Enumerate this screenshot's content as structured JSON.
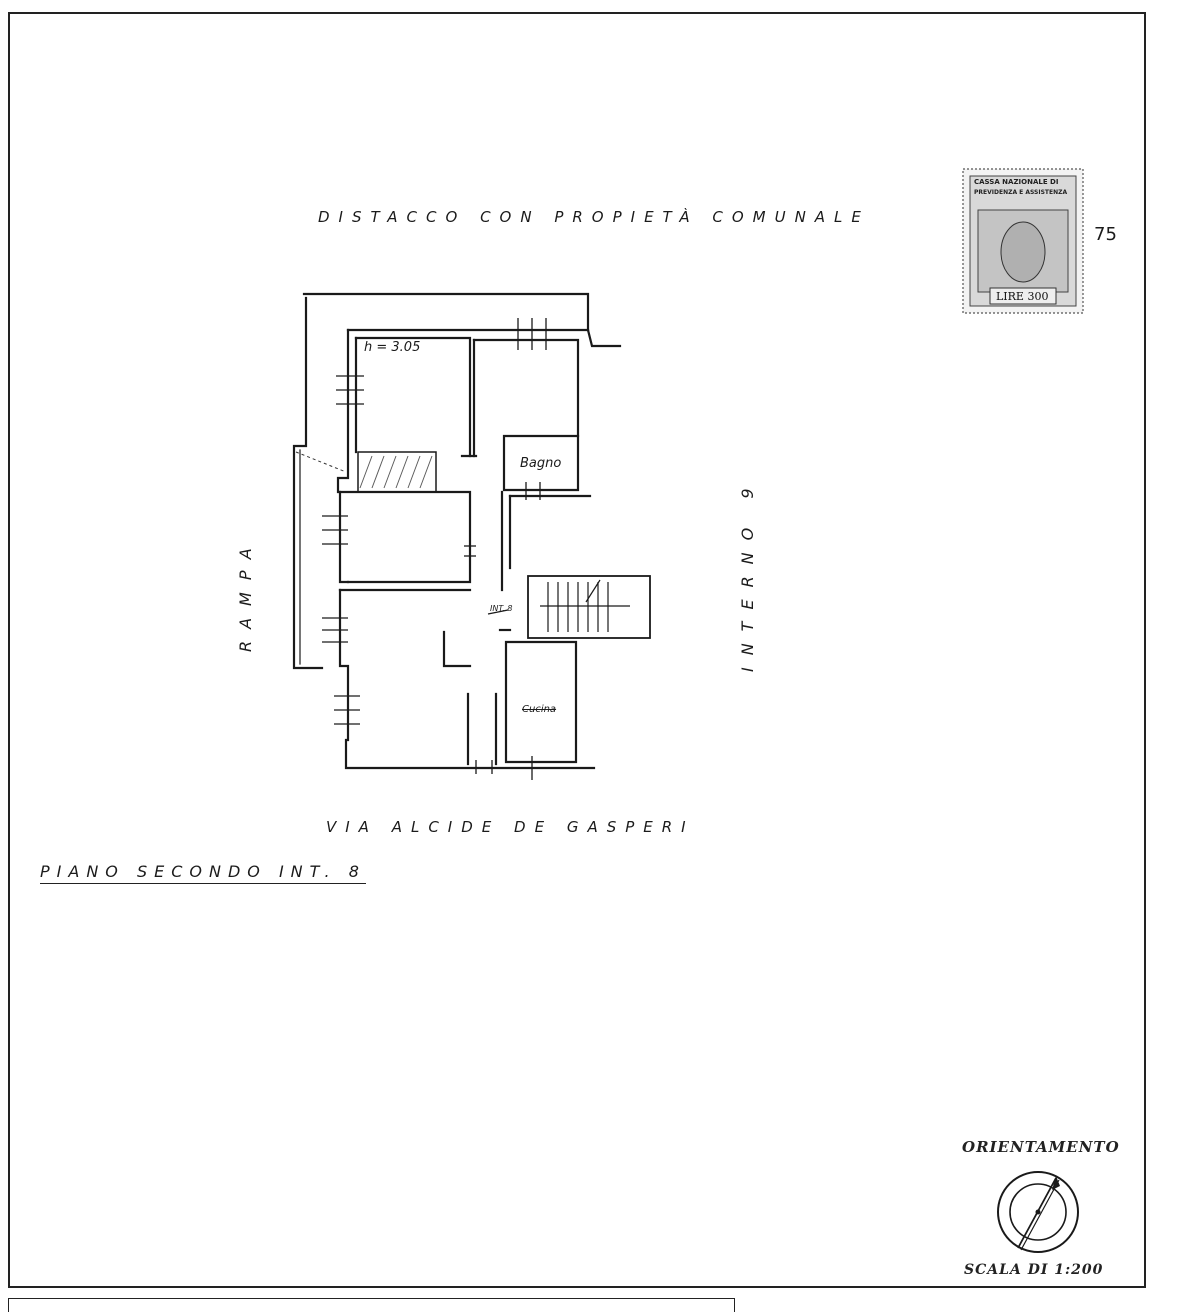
{
  "top_label": "DISTACCO CON PROPIETÀ COMUNALE",
  "street_label": "VIA ALCIDE DE GASPERI",
  "left_label": "RAMPA",
  "right_label": "INTERNO 9",
  "floor_title": "PIANO SECONDO INT. 8",
  "height_label": "h = 3.05",
  "rooms": {
    "bath": "Bagno",
    "kitchen": "Cucina",
    "entrance": "INT. 8"
  },
  "stamp": {
    "line1": "CASSA NAZIONALE DI",
    "line2": "PREVIDENZA E ASSISTENZA",
    "value": "LIRE 300",
    "mark": "75"
  },
  "orientation_label": "ORIENTAMENTO",
  "scale_label": "SCALA DI 1:200"
}
